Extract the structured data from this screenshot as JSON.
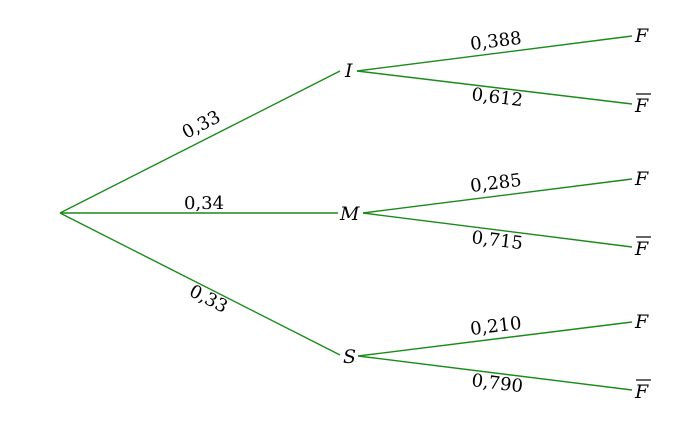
{
  "tree": {
    "line_color": "#1a8a1a",
    "level1": [
      {
        "node": "I",
        "prob": "0,33"
      },
      {
        "node": "M",
        "prob": "0,34"
      },
      {
        "node": "S",
        "prob": "0,33"
      }
    ],
    "level2": [
      {
        "parent": "I",
        "leaf": "F",
        "leaf_bar": false,
        "prob": "0,388"
      },
      {
        "parent": "I",
        "leaf": "F",
        "leaf_bar": true,
        "prob": "0,612"
      },
      {
        "parent": "M",
        "leaf": "F",
        "leaf_bar": false,
        "prob": "0,285"
      },
      {
        "parent": "M",
        "leaf": "F",
        "leaf_bar": true,
        "prob": "0,715"
      },
      {
        "parent": "S",
        "leaf": "F",
        "leaf_bar": false,
        "prob": "0,210"
      },
      {
        "parent": "S",
        "leaf": "F",
        "leaf_bar": true,
        "prob": "0,790"
      }
    ]
  }
}
